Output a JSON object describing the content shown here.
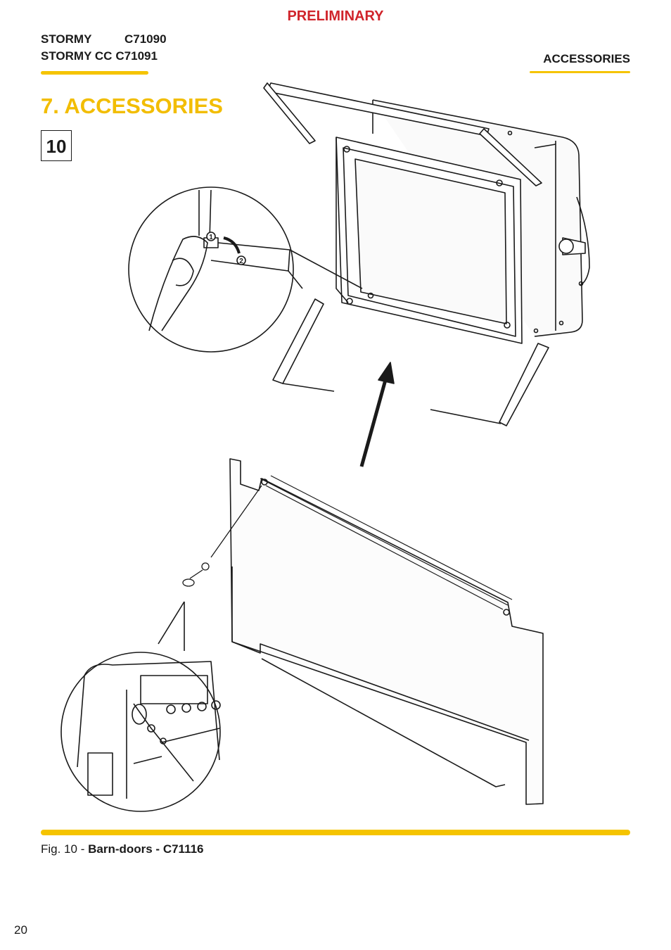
{
  "header": {
    "status": "PRELIMINARY",
    "models": [
      {
        "name": "STORMY",
        "code": "C71090"
      },
      {
        "name": "STORMY CC",
        "code": "C71091"
      }
    ],
    "section_label": "ACCESSORIES"
  },
  "section": {
    "title": "7. ACCESSORIES",
    "figure_number": "10"
  },
  "illustration": {
    "step_markers": [
      "1",
      "2"
    ],
    "subject": "barn-doors mounting"
  },
  "caption": {
    "prefix": "Fig. 10 - ",
    "title": "Barn-doors - C71116"
  },
  "footer": {
    "page_number": "20"
  },
  "colors": {
    "accent_yellow": "#f5c400",
    "title_yellow": "#f2bd00",
    "preliminary_red": "#d0242b"
  }
}
